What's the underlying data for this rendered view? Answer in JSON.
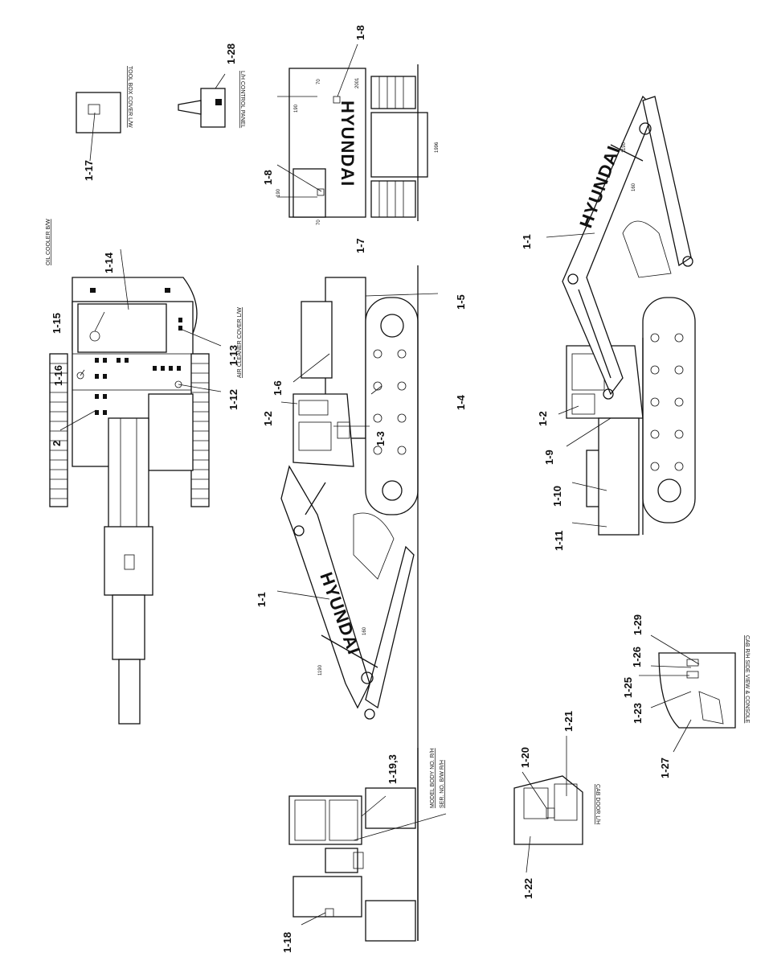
{
  "brand": "HYUNDAI",
  "captions": {
    "oil_cooler": "OIL COOLER B/W",
    "air_cleaner": "AIR CLEANER COVER L/W",
    "tool_box": "TOOL BOX COVER L/W",
    "control_panel": "L/H CONTROL PANEL",
    "model_body": "MODEL BODY NO. R/H",
    "ser_no": "SER. NO. B/W R/H",
    "cab_door": "CAB DOOR L/H",
    "cab_console": "CAB R/H SIDE VIEW & CONSOLE"
  },
  "callouts": {
    "c1_1_left": "1-1",
    "c1_1_right": "1-1",
    "c1_2_left": "1-2",
    "c1_2_right": "1-2",
    "c1_3": "1-3",
    "c1_4": "1-4",
    "c1_5": "1-5",
    "c1_6": "1-6",
    "c1_7": "1-7",
    "c1_8_top": "1-8",
    "c1_8_bottom": "1-8",
    "c1_9": "1-9",
    "c1_10": "1-10",
    "c1_11": "1-11",
    "c1_12": "1-12",
    "c1_13": "1-13",
    "c1_14": "1-14",
    "c1_15": "1-15",
    "c1_16": "1-16",
    "c1_17": "1-17",
    "c1_18": "1-18",
    "c1_19": "1-19,3",
    "c1_20": "1-20",
    "c1_21": "1-21",
    "c1_22": "1-22",
    "c1_23": "1-23",
    "c1_25": "1-25",
    "c1_26": "1-26",
    "c1_27": "1-27",
    "c1_28": "1-28",
    "c1_29": "1-29",
    "c2": "2"
  },
  "dimensions": {
    "d1": "1190",
    "d2": "160",
    "d3": "1190",
    "d4": "160",
    "d5": "190",
    "d6": "190",
    "d7": "1996",
    "d8": "2001",
    "d9": "70",
    "d10": "70"
  }
}
